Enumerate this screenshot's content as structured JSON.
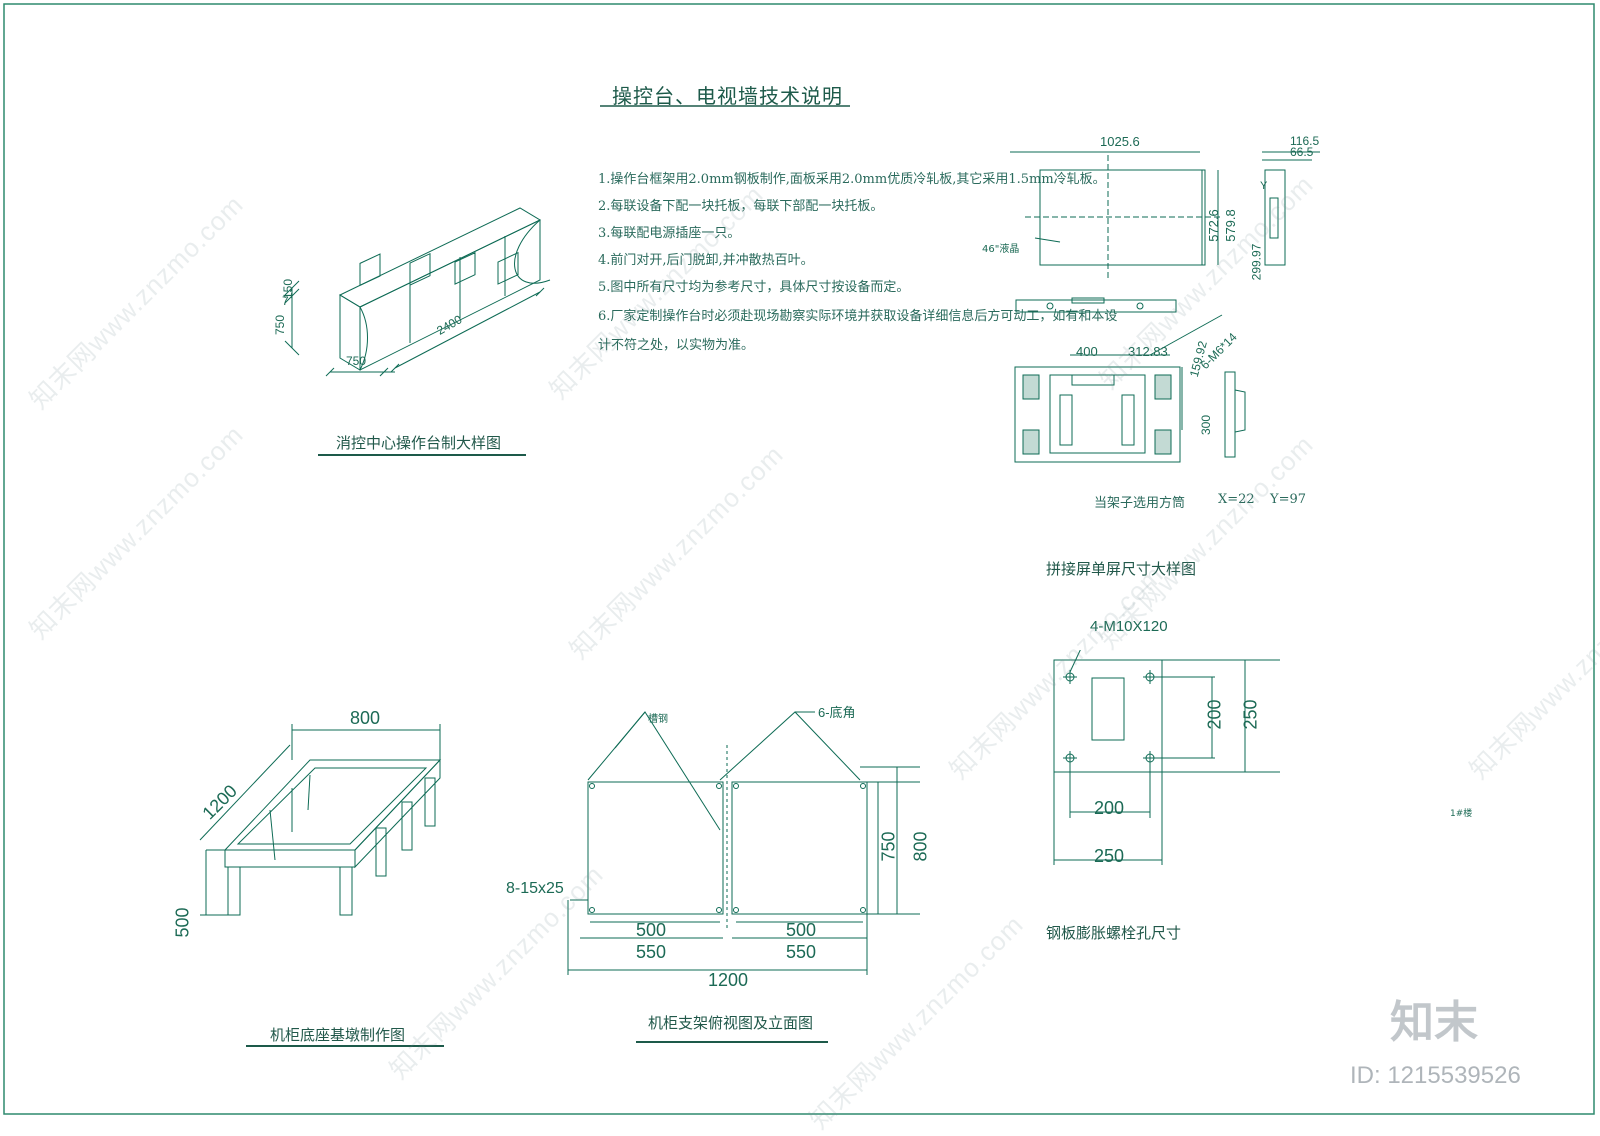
{
  "sheet_title": "操控台、电视墙技术说明",
  "notes": [
    "1.操作台框架用2.0mm钢板制作,面板采用2.0mm优质冷轧板,其它采用1.5mm冷轧板。",
    "2.每联设备下配一块托板，每联下部配一块托板。",
    "3.每联配电源插座一只。",
    "4.前门对开,后门脱卸,并冲散热百叶。",
    "5.图中所有尺寸均为参考尺寸，具体尺寸按设备而定。",
    "6.厂家定制操作台时必须赴现场勘察实际环境并获取设备详细信息后方可动工，如有和本设",
    "计不符之处，以实物为准。"
  ],
  "console": {
    "caption": "消控中心操作台制大样图",
    "dims": {
      "h150": "150",
      "h7": "7",
      "h750": "750",
      "w750": "750",
      "len2400": "2400"
    }
  },
  "screen": {
    "caption": "拼接屏单屏尺寸大样图",
    "dims": {
      "width": "1025.6",
      "h1": "572.6",
      "h2": "579.8",
      "tag46": "46\"液晶",
      "d1": "116.5",
      "d2": "66.5",
      "y": "Y",
      "d3": "299.97",
      "b400": "400",
      "b312": "312.83",
      "b159": "159.92",
      "b6m": "6-M6*14",
      "b300": "300"
    },
    "note": "当架子选用方筒",
    "x": "X=22",
    "y": "Y=97"
  },
  "base": {
    "caption": "机柜底座基墩制作图",
    "dims": {
      "w": "800",
      "l": "1200",
      "h": "500"
    }
  },
  "bracket": {
    "caption": "机柜支架俯视图及立面图",
    "labels": {
      "channel": "槽钢",
      "angle": "6-底角",
      "holes": "8-15x25"
    },
    "dims": {
      "a500": "500",
      "a550": "550",
      "b500": "500",
      "b550": "550",
      "total": "1200",
      "h750": "750",
      "h800": "800"
    }
  },
  "plate": {
    "caption": "钢板膨胀螺栓孔尺寸",
    "label": "4-M10X120",
    "dims": {
      "v200": "200",
      "v250": "250",
      "h200": "200",
      "h250": "250"
    }
  },
  "title_block": {
    "building": "1#楼"
  },
  "watermark": {
    "text": "知末网www.znzmo.com",
    "logo": "知末",
    "id": "ID: 1215539526"
  },
  "colors": {
    "line": "#0e6b55",
    "text": "#1d5a4a",
    "frame": "#2f8a6f"
  }
}
